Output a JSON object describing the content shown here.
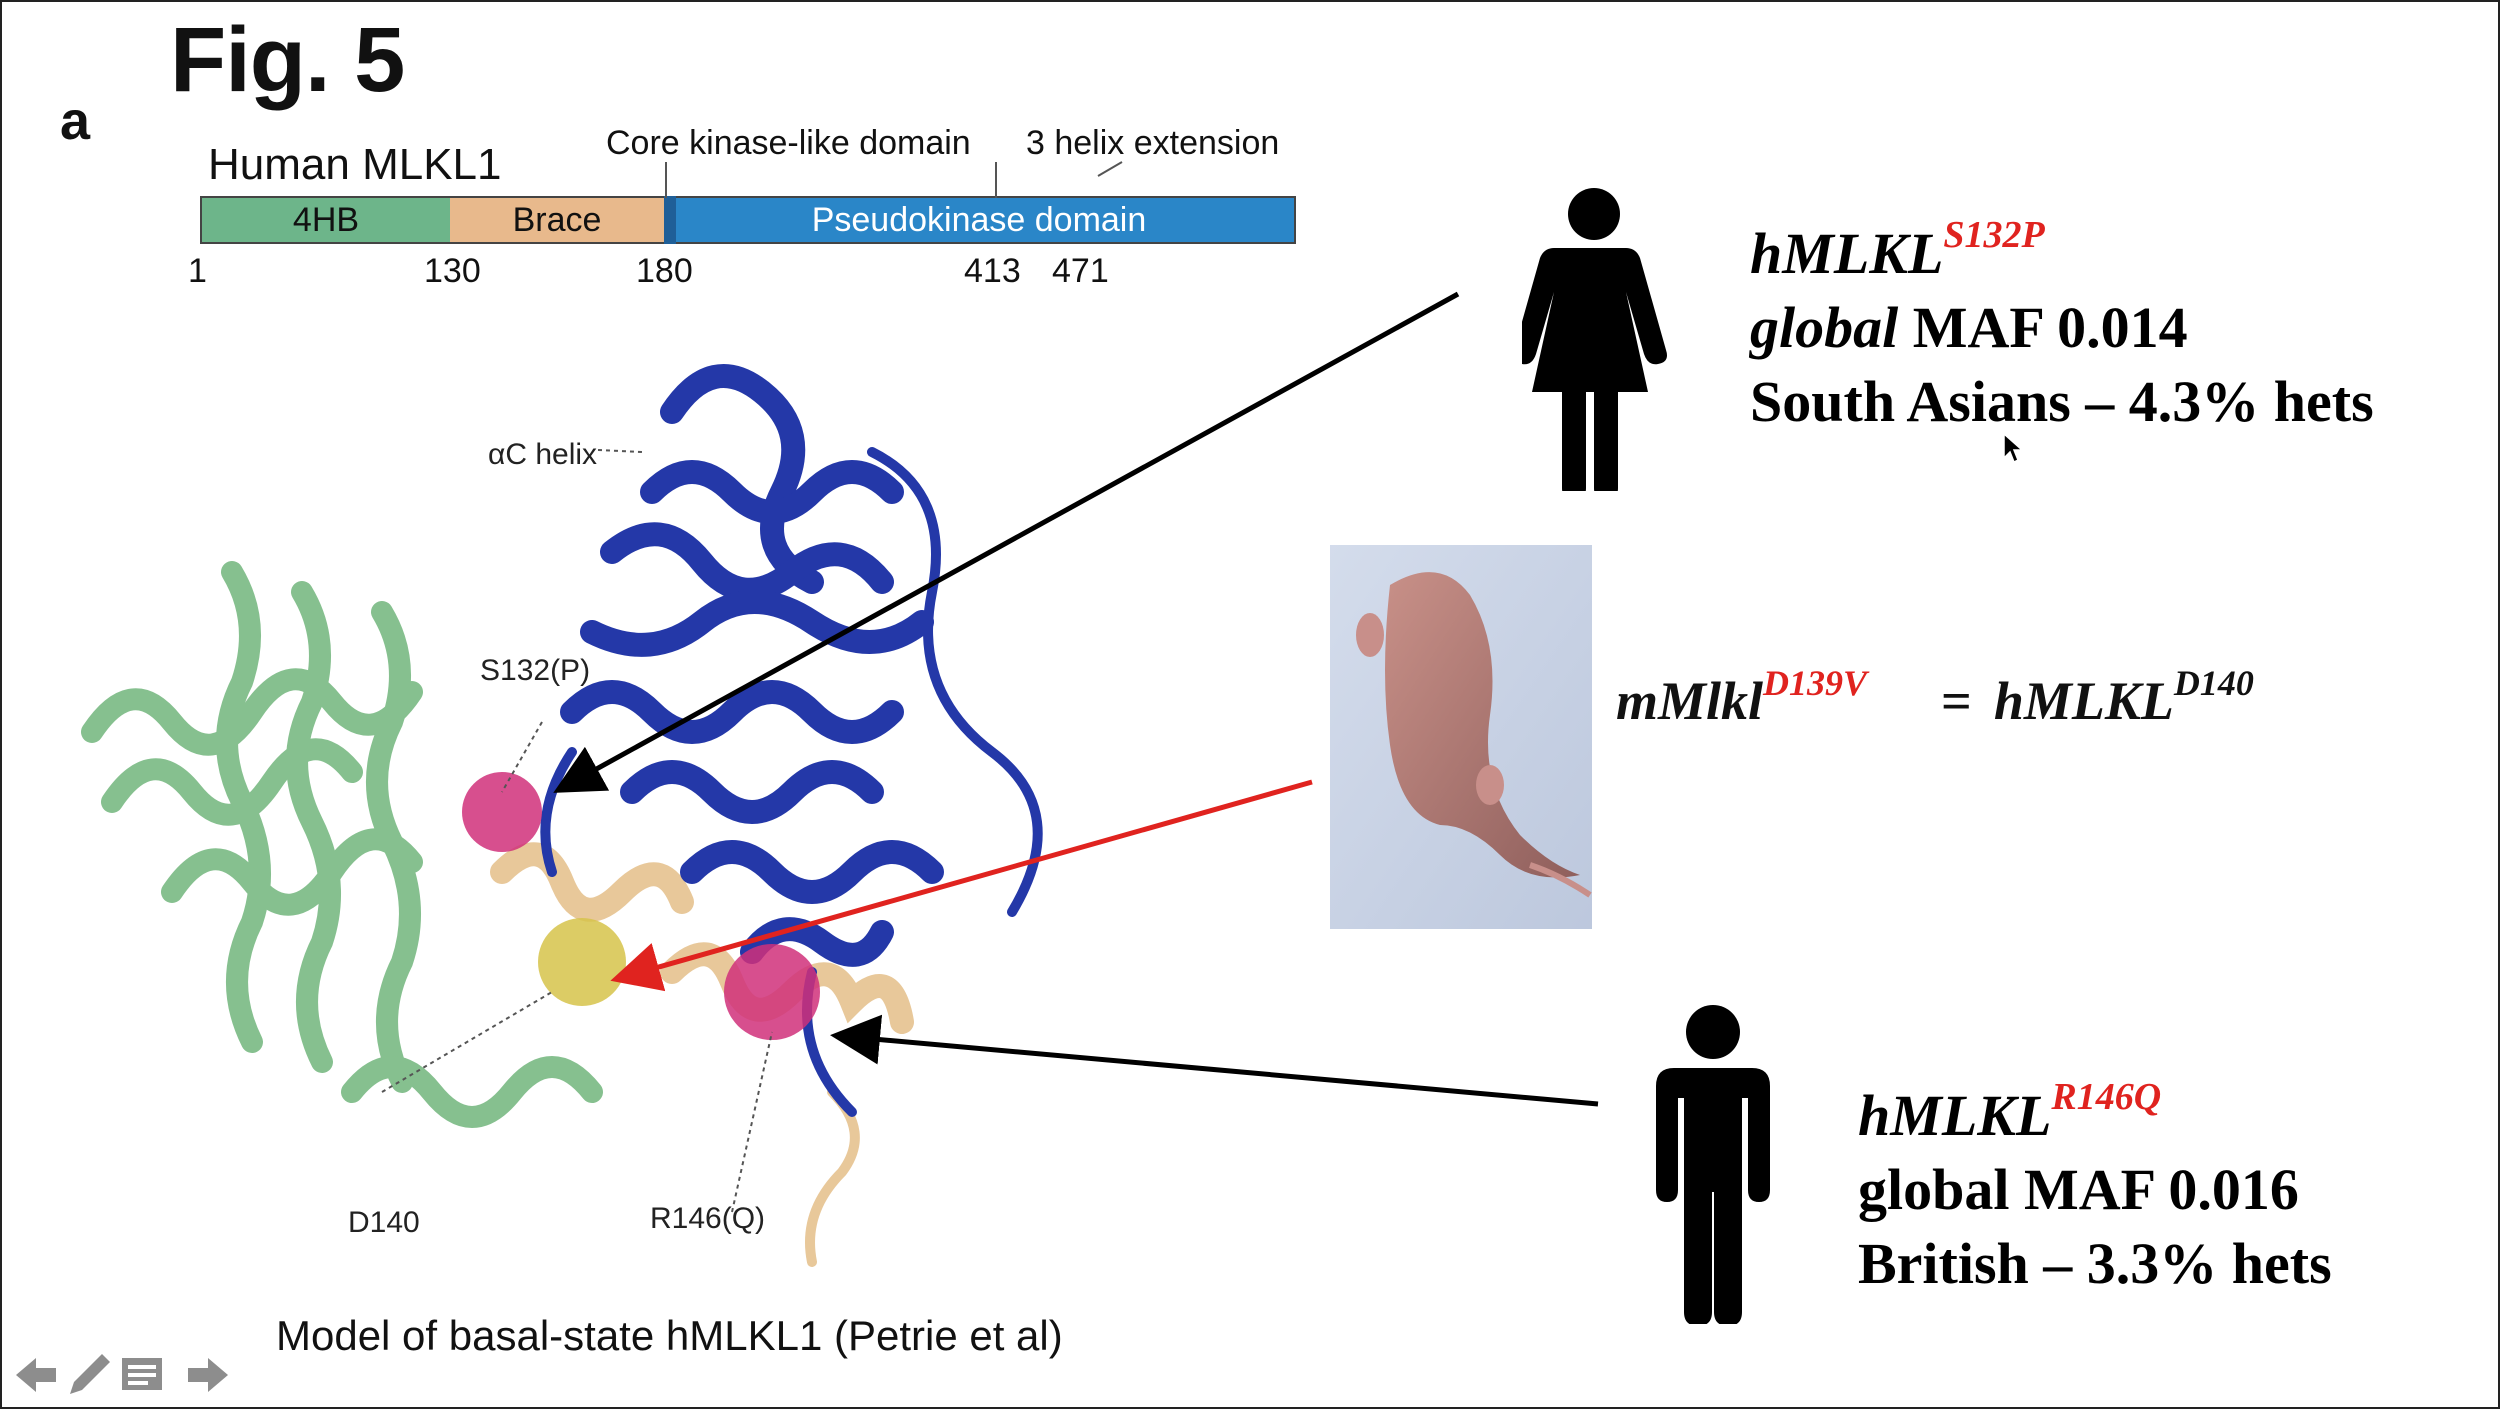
{
  "slide": {
    "title": "Fig. 5",
    "panel_label": "a"
  },
  "domain_diagram": {
    "protein": "Human MLKL1",
    "domains": [
      {
        "label": "4HB",
        "start": 1,
        "end": 130,
        "color": "#6db58a"
      },
      {
        "label": "Brace",
        "start": 130,
        "end": 180,
        "color": "#e8b98c"
      },
      {
        "label": "Pseudokinase domain",
        "start": 180,
        "end": 471,
        "color": "#2a86c8"
      }
    ],
    "ticks": [
      "1",
      "130",
      "180",
      "413",
      "471"
    ],
    "callouts": [
      "Core kinase-like domain",
      "3 helix extension"
    ]
  },
  "structure": {
    "labels": {
      "alpha_c": "αC helix",
      "s132": "S132(P)",
      "d140": "D140",
      "r146": "R146(Q)"
    },
    "caption": "Model of basal-state hMLKL1 (Petrie et al)",
    "colors": {
      "helices": "#86c08f",
      "brace": "#e8c89a",
      "kinase": "#2438a8",
      "mutation": "#d0307a",
      "d140": "#d6c34a"
    }
  },
  "female_case": {
    "gene": "hMLKL",
    "variant": "S132P",
    "line2_italic": "global",
    "line2_rest": " MAF 0.014",
    "line3": "South Asians – 4.3% hets"
  },
  "mouse": {
    "lhs_gene": "mMlkl",
    "lhs_variant": "D139V",
    "equals": "=",
    "rhs_gene": "hMLKL",
    "rhs_variant": "D140"
  },
  "male_case": {
    "gene": "hMLKL",
    "variant": "R146Q",
    "line2": "global MAF 0.016",
    "line3": "British – 3.3% hets"
  },
  "navigation": {
    "icons": [
      "back-arrow-icon",
      "pen-icon",
      "notes-icon",
      "forward-arrow-icon"
    ]
  },
  "colors": {
    "accent_red": "#e0231f",
    "arrow_black": "#000000"
  }
}
